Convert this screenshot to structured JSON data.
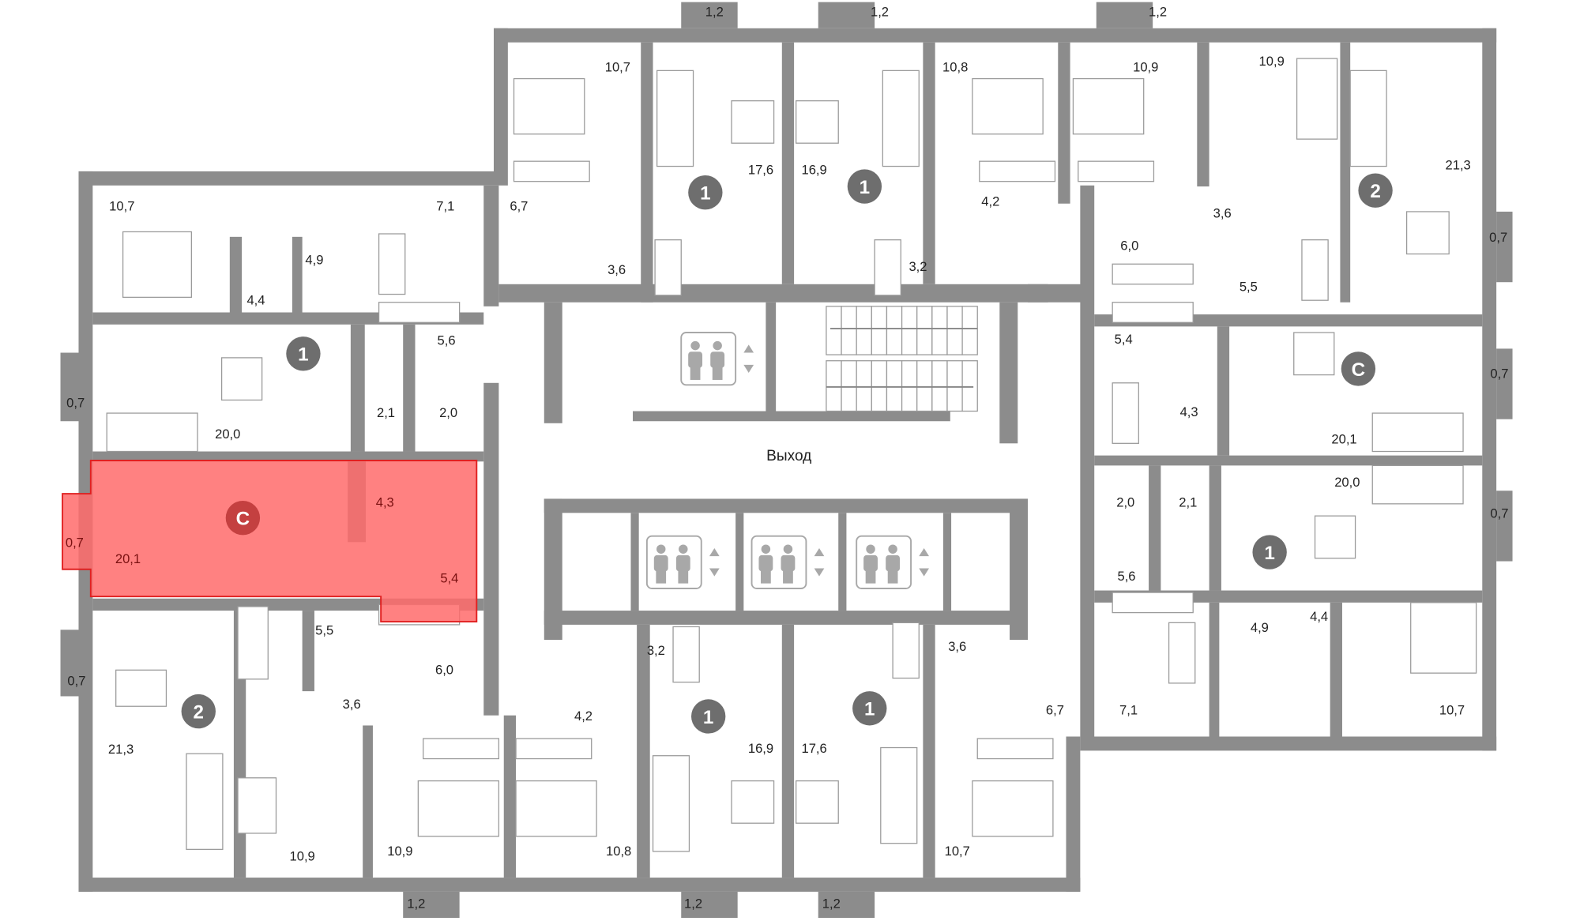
{
  "plan": {
    "exit_label": "Выход",
    "selected_apartment": {
      "type_badge": "С",
      "rooms": [
        "20,1",
        "4,3",
        "5,4",
        "0,7"
      ],
      "highlight_color": "#ff6b6b",
      "border_color": "#e02020"
    },
    "areas": [
      "10,7",
      "7,1",
      "6,7",
      "4,9",
      "4,4",
      "5,6",
      "0,7",
      "2,1",
      "2,0",
      "20,0",
      "5,5",
      "6,0",
      "0,7",
      "3,6",
      "21,3",
      "10,9",
      "10,9",
      "1,2",
      "3,2",
      "4,2",
      "16,9",
      "17,6",
      "10,8",
      "1,2",
      "1,2",
      "3,6",
      "6,7",
      "10,7",
      "1,2",
      "1,2",
      "1,2",
      "10,7",
      "17,6",
      "16,9",
      "10,8",
      "10,9",
      "10,9",
      "21,3",
      "4,2",
      "3,6",
      "3,2",
      "3,6",
      "6,0",
      "0,7",
      "5,5",
      "5,4",
      "0,7",
      "4,3",
      "20,1",
      "20,0",
      "2,0",
      "2,1",
      "0,7",
      "5,6",
      "4,4",
      "4,9",
      "7,1",
      "10,7"
    ],
    "badges": [
      "1",
      "2",
      "1",
      "1",
      "1",
      "1",
      "2",
      "С",
      "1"
    ],
    "wall_color": "#8c8c8c"
  }
}
